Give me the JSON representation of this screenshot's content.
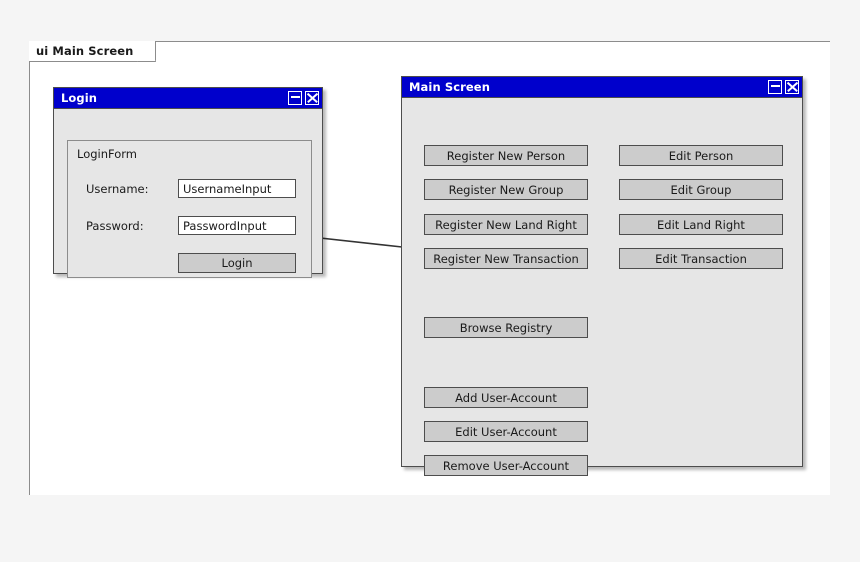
{
  "frame": {
    "label": "ui Main Screen"
  },
  "login_window": {
    "title": "Login",
    "minimize_icon": "minimize-icon",
    "close_icon": "close-icon",
    "form_title": "LoginForm",
    "fields": [
      {
        "label": "Username:",
        "value": "UsernameInput"
      },
      {
        "label": "Password:",
        "value": "PasswordInput"
      }
    ],
    "submit_label": "Login"
  },
  "main_window": {
    "title": "Main Screen",
    "minimize_icon": "minimize-icon",
    "close_icon": "close-icon",
    "left_column": [
      "Register New Person",
      "Register New Group",
      "Register New Land Right",
      "Register New Transaction"
    ],
    "right_column": [
      "Edit Person",
      "Edit Group",
      "Edit Land Right",
      "Edit Transaction"
    ],
    "browse": "Browse Registry",
    "account_buttons": [
      "Add User-Account",
      "Edit User-Account",
      "Remove User-Account"
    ]
  },
  "colors": {
    "titlebar": "#0000cc",
    "window_body": "#e6e6e6",
    "button_fill": "#cccccc",
    "border": "#4d4d4d",
    "canvas": "#f5f5f5",
    "frame_bg": "#ffffff"
  }
}
